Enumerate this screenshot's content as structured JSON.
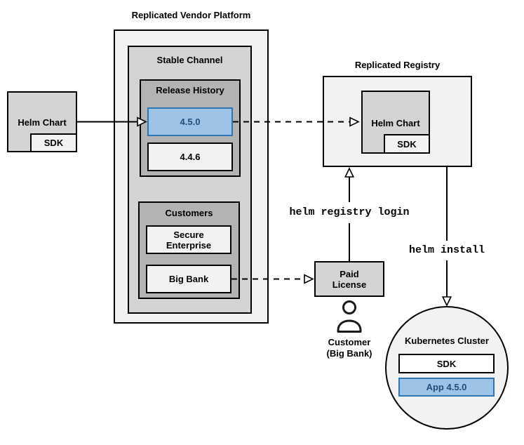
{
  "palette": {
    "light": "#F2F2F2",
    "mid": "#D4D4D4",
    "dark": "#B3B3B3",
    "blue_fill": "#9DC3E6",
    "blue_border": "#2E75B6",
    "blue_text": "#1F4E79"
  },
  "vendor_platform": {
    "title": "Replicated Vendor Platform",
    "stable_channel": {
      "title": "Stable Channel",
      "release_history": {
        "title": "Release History",
        "releases": [
          "4.5.0",
          "4.4.6"
        ],
        "highlighted_release": "4.5.0"
      },
      "customers": {
        "title": "Customers",
        "items": [
          "Secure Enterprise",
          "Big Bank"
        ]
      }
    }
  },
  "source_helm_chart": {
    "label": "Helm Chart",
    "sdk": "SDK"
  },
  "registry": {
    "title": "Replicated Registry",
    "helm_chart": "Helm Chart",
    "sdk": "SDK"
  },
  "paid_license": {
    "label": "Paid License"
  },
  "customer": {
    "line1": "Customer",
    "line2": "(Big Bank)"
  },
  "kubernetes": {
    "title": "Kubernetes Cluster",
    "sdk": "SDK",
    "app": "App 4.5.0"
  },
  "commands": {
    "registry_login": "helm registry login",
    "install": "helm install"
  }
}
